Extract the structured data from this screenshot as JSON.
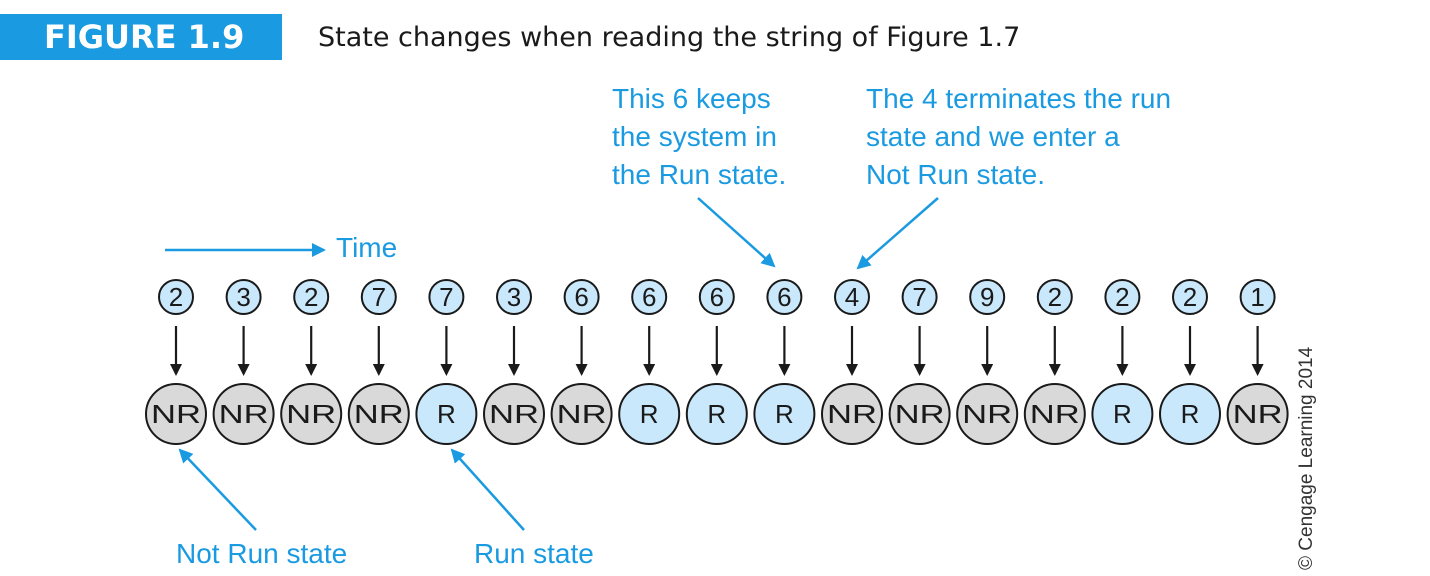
{
  "header": {
    "figure_label": "FIGURE 1.9",
    "caption": "State changes when reading the string of Figure 1.7"
  },
  "time_label": "Time",
  "callouts": {
    "keep_run": [
      "This 6 keeps",
      "the system in",
      "the Run state."
    ],
    "terminate_run": [
      "The 4 terminates the run",
      "state and we enter a",
      "Not Run state."
    ],
    "not_run_state": "Not Run state",
    "run_state": "Run state"
  },
  "sequence": [
    {
      "digit": "2",
      "state": "NR"
    },
    {
      "digit": "3",
      "state": "NR"
    },
    {
      "digit": "2",
      "state": "NR"
    },
    {
      "digit": "7",
      "state": "NR"
    },
    {
      "digit": "7",
      "state": "R"
    },
    {
      "digit": "3",
      "state": "NR"
    },
    {
      "digit": "6",
      "state": "NR"
    },
    {
      "digit": "6",
      "state": "R"
    },
    {
      "digit": "6",
      "state": "R"
    },
    {
      "digit": "6",
      "state": "R"
    },
    {
      "digit": "4",
      "state": "NR"
    },
    {
      "digit": "7",
      "state": "NR"
    },
    {
      "digit": "9",
      "state": "NR"
    },
    {
      "digit": "2",
      "state": "NR"
    },
    {
      "digit": "2",
      "state": "R"
    },
    {
      "digit": "2",
      "state": "R"
    },
    {
      "digit": "1",
      "state": "NR"
    }
  ],
  "copyright": "© Cengage Learning 2014",
  "colors": {
    "accent_blue": "#1a9ae0",
    "run_fill": "#c9e8fb",
    "not_run_fill": "#d9d9d9",
    "digit_fill": "#c9e8fb"
  }
}
